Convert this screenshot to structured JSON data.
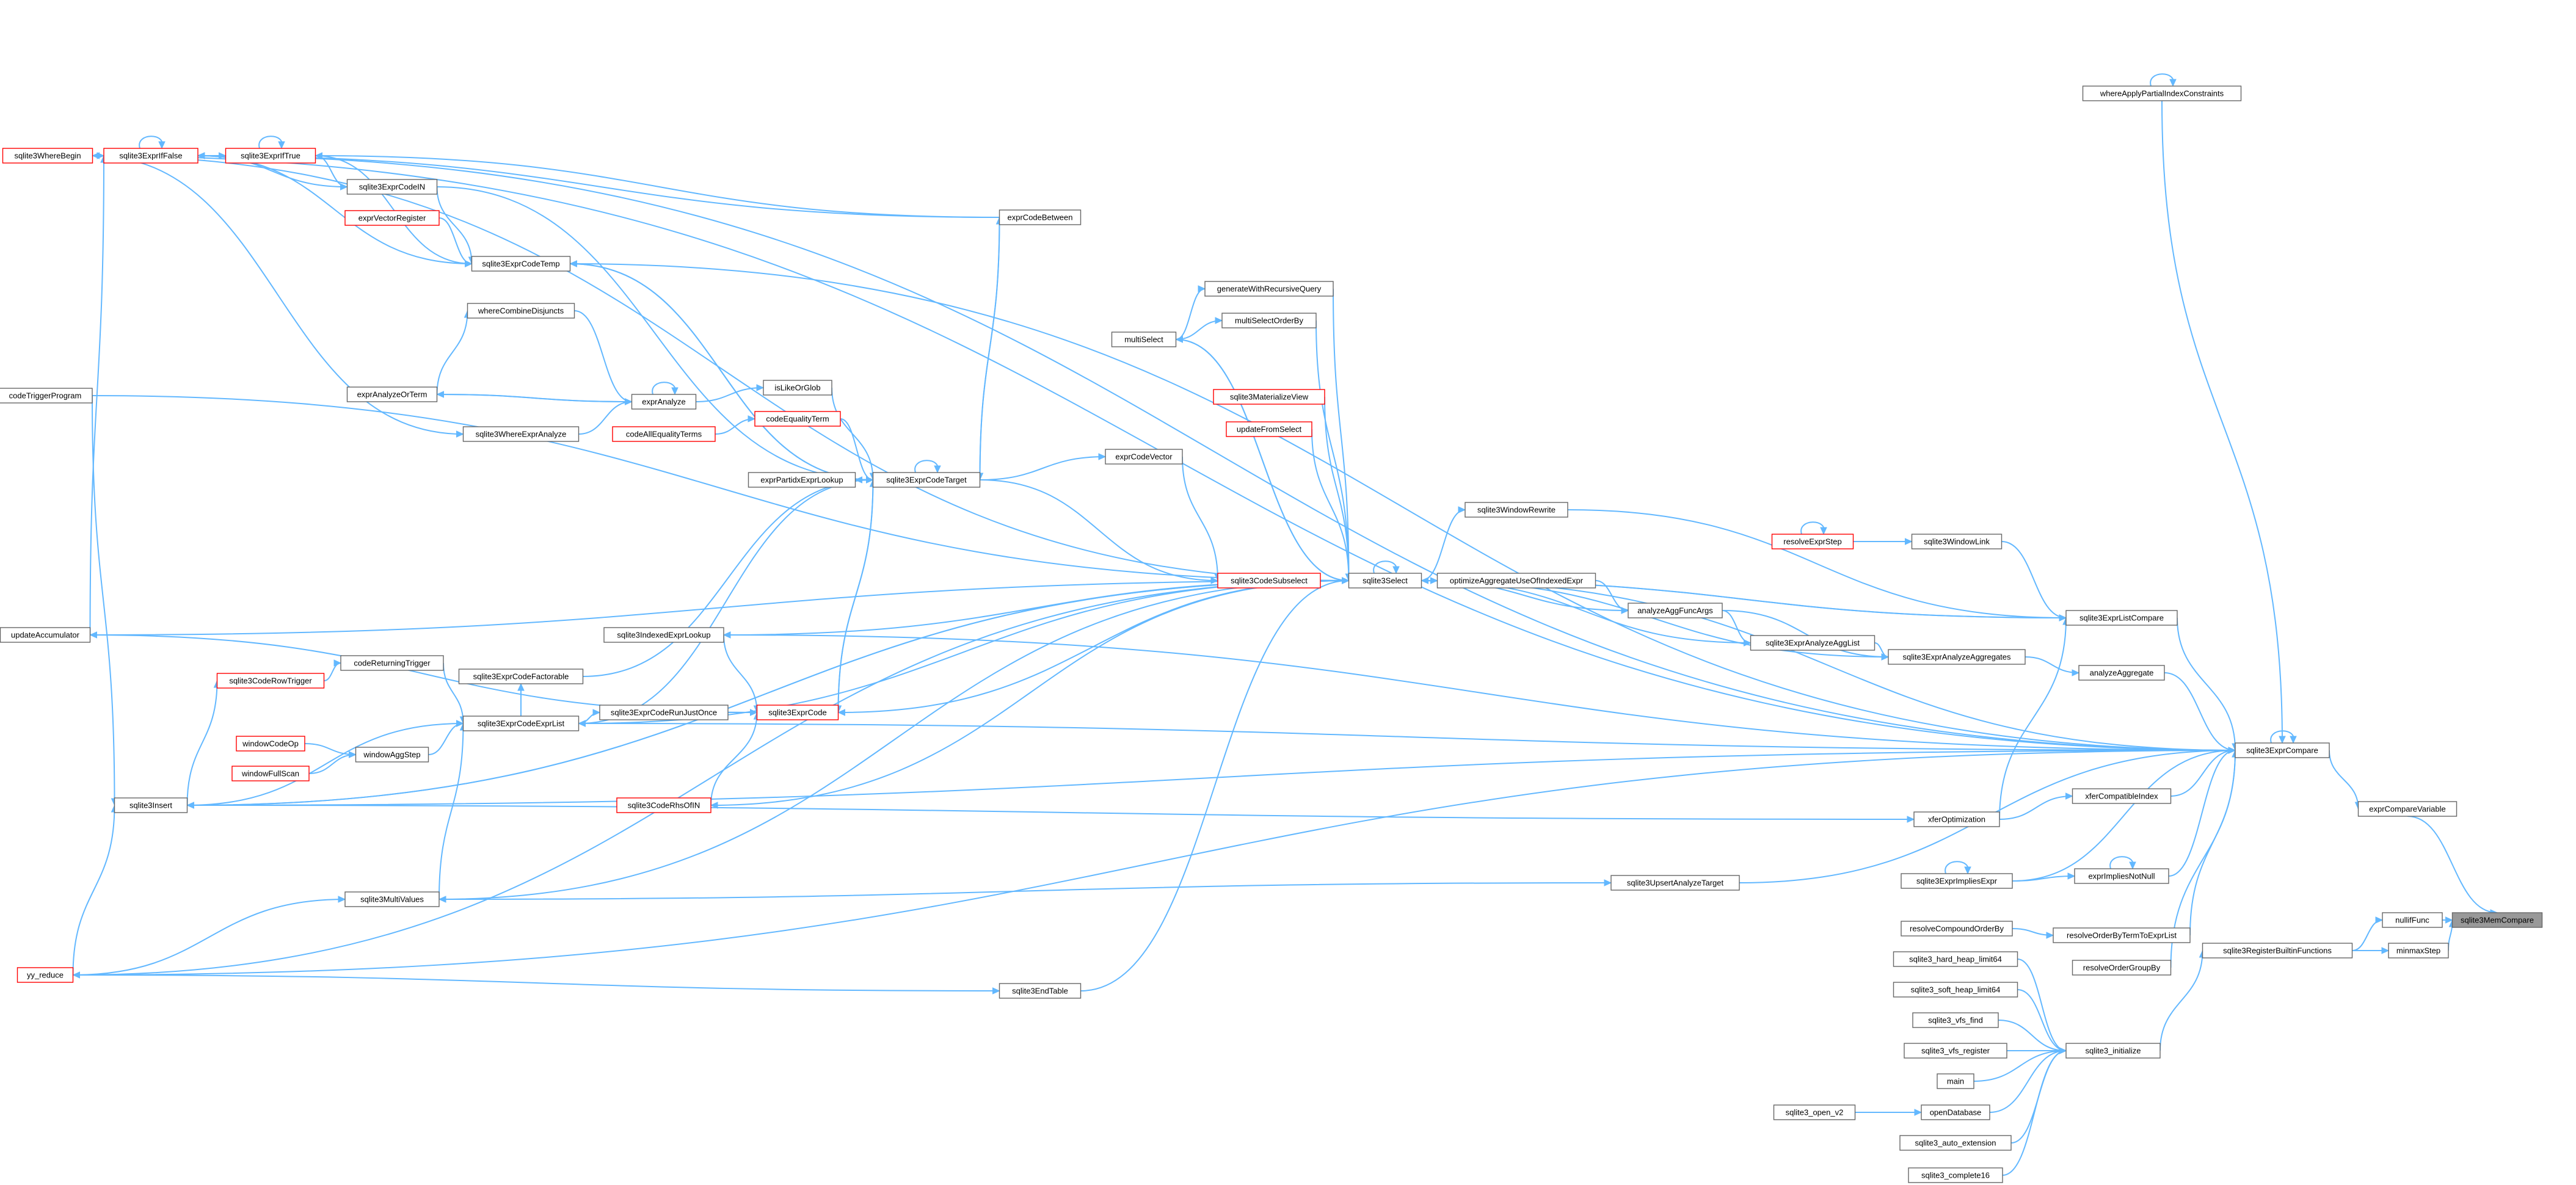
{
  "colors": {
    "edge": "#63b8ff",
    "node_border": "#666666",
    "node_border_red": "#ff0000",
    "node_focus_fill": "#999999",
    "background": "#ffffff"
  },
  "nodes": [
    {
      "id": "sqlite3MemCompare",
      "label": "sqlite3MemCompare",
      "style": "focus"
    },
    {
      "id": "nullifFunc",
      "label": "nullifFunc",
      "style": "normal"
    },
    {
      "id": "minmaxStep",
      "label": "minmaxStep",
      "style": "normal"
    },
    {
      "id": "exprCompareVariable",
      "label": "exprCompareVariable",
      "style": "normal"
    },
    {
      "id": "sqlite3RegisterBuiltinFunctions",
      "label": "sqlite3RegisterBuiltinFunctions",
      "style": "normal"
    },
    {
      "id": "sqlite3_initialize",
      "label": "sqlite3_initialize",
      "style": "normal"
    },
    {
      "id": "sqlite3_hard_heap_limit64",
      "label": "sqlite3_hard_heap_limit64",
      "style": "normal"
    },
    {
      "id": "sqlite3_soft_heap_limit64",
      "label": "sqlite3_soft_heap_limit64",
      "style": "normal"
    },
    {
      "id": "sqlite3_vfs_find",
      "label": "sqlite3_vfs_find",
      "style": "normal"
    },
    {
      "id": "sqlite3_vfs_register",
      "label": "sqlite3_vfs_register",
      "style": "normal"
    },
    {
      "id": "main",
      "label": "main",
      "style": "normal"
    },
    {
      "id": "openDatabase",
      "label": "openDatabase",
      "style": "normal"
    },
    {
      "id": "sqlite3_open_v2",
      "label": "sqlite3_open_v2",
      "style": "normal"
    },
    {
      "id": "sqlite3_auto_extension",
      "label": "sqlite3_auto_extension",
      "style": "normal"
    },
    {
      "id": "sqlite3_complete16",
      "label": "sqlite3_complete16",
      "style": "normal"
    },
    {
      "id": "sqlite3ExprCompare",
      "label": "sqlite3ExprCompare",
      "style": "normal"
    },
    {
      "id": "whereApplyPartialIndexConstraints",
      "label": "whereApplyPartialIndexConstraints",
      "style": "normal"
    },
    {
      "id": "sqlite3ExprListCompare",
      "label": "sqlite3ExprListCompare",
      "style": "normal"
    },
    {
      "id": "analyzeAggregate",
      "label": "analyzeAggregate",
      "style": "normal"
    },
    {
      "id": "sqlite3ExprAnalyzeAggregates",
      "label": "sqlite3ExprAnalyzeAggregates",
      "style": "normal"
    },
    {
      "id": "sqlite3ExprAnalyzeAggList",
      "label": "sqlite3ExprAnalyzeAggList",
      "style": "normal"
    },
    {
      "id": "analyzeAggFuncArgs",
      "label": "analyzeAggFuncArgs",
      "style": "normal"
    },
    {
      "id": "optimizeAggregateUseOfIndexedExpr",
      "label": "optimizeAggregateUseOfIndexedExpr",
      "style": "normal"
    },
    {
      "id": "sqlite3WindowLink",
      "label": "sqlite3WindowLink",
      "style": "normal"
    },
    {
      "id": "resolveExprStep",
      "label": "resolveExprStep",
      "style": "red"
    },
    {
      "id": "sqlite3WindowRewrite",
      "label": "sqlite3WindowRewrite",
      "style": "normal"
    },
    {
      "id": "xferCompatibleIndex",
      "label": "xferCompatibleIndex",
      "style": "normal"
    },
    {
      "id": "xferOptimization",
      "label": "xferOptimization",
      "style": "normal"
    },
    {
      "id": "exprImpliesNotNull",
      "label": "exprImpliesNotNull",
      "style": "normal"
    },
    {
      "id": "sqlite3ExprImpliesExpr",
      "label": "sqlite3ExprImpliesExpr",
      "style": "normal"
    },
    {
      "id": "resolveOrderByTermToExprList",
      "label": "resolveOrderByTermToExprList",
      "style": "normal"
    },
    {
      "id": "resolveCompoundOrderBy",
      "label": "resolveCompoundOrderBy",
      "style": "normal"
    },
    {
      "id": "resolveOrderGroupBy",
      "label": "resolveOrderGroupBy",
      "style": "normal"
    },
    {
      "id": "sqlite3UpsertAnalyzeTarget",
      "label": "sqlite3UpsertAnalyzeTarget",
      "style": "normal"
    },
    {
      "id": "sqlite3Select",
      "label": "sqlite3Select",
      "style": "normal"
    },
    {
      "id": "generateWithRecursiveQuery",
      "label": "generateWithRecursiveQuery",
      "style": "normal"
    },
    {
      "id": "multiSelectOrderBy",
      "label": "multiSelectOrderBy",
      "style": "normal"
    },
    {
      "id": "multiSelect",
      "label": "multiSelect",
      "style": "normal"
    },
    {
      "id": "sqlite3MaterializeView",
      "label": "sqlite3MaterializeView",
      "style": "red"
    },
    {
      "id": "updateFromSelect",
      "label": "updateFromSelect",
      "style": "red"
    },
    {
      "id": "sqlite3CodeSubselect",
      "label": "sqlite3CodeSubselect",
      "style": "red"
    },
    {
      "id": "exprCodeVector",
      "label": "exprCodeVector",
      "style": "normal"
    },
    {
      "id": "exprCodeBetween",
      "label": "exprCodeBetween",
      "style": "normal"
    },
    {
      "id": "sqlite3EndTable",
      "label": "sqlite3EndTable",
      "style": "normal"
    },
    {
      "id": "sqlite3ExprCodeTarget",
      "label": "sqlite3ExprCodeTarget",
      "style": "normal"
    },
    {
      "id": "exprPartidxExprLookup",
      "label": "exprPartidxExprLookup",
      "style": "normal"
    },
    {
      "id": "sqlite3IndexedExprLookup",
      "label": "sqlite3IndexedExprLookup",
      "style": "normal"
    },
    {
      "id": "sqlite3ExprCode",
      "label": "sqlite3ExprCode",
      "style": "red"
    },
    {
      "id": "sqlite3ExprCodeRunJustOnce",
      "label": "sqlite3ExprCodeRunJustOnce",
      "style": "normal"
    },
    {
      "id": "sqlite3CodeRhsOfIN",
      "label": "sqlite3CodeRhsOfIN",
      "style": "red"
    },
    {
      "id": "codeEqualityTerm",
      "label": "codeEqualityTerm",
      "style": "red"
    },
    {
      "id": "codeAllEqualityTerms",
      "label": "codeAllEqualityTerms",
      "style": "red"
    },
    {
      "id": "isLikeOrGlob",
      "label": "isLikeOrGlob",
      "style": "normal"
    },
    {
      "id": "exprAnalyze",
      "label": "exprAnalyze",
      "style": "normal"
    },
    {
      "id": "whereCombineDisjuncts",
      "label": "whereCombineDisjuncts",
      "style": "normal"
    },
    {
      "id": "exprAnalyzeOrTerm",
      "label": "exprAnalyzeOrTerm",
      "style": "normal"
    },
    {
      "id": "sqlite3WhereExprAnalyze",
      "label": "sqlite3WhereExprAnalyze",
      "style": "normal"
    },
    {
      "id": "sqlite3ExprCodeTemp",
      "label": "sqlite3ExprCodeTemp",
      "style": "normal"
    },
    {
      "id": "exprVectorRegister",
      "label": "exprVectorRegister",
      "style": "red"
    },
    {
      "id": "sqlite3ExprCodeIN",
      "label": "sqlite3ExprCodeIN",
      "style": "normal"
    },
    {
      "id": "sqlite3ExprIfTrue",
      "label": "sqlite3ExprIfTrue",
      "style": "red"
    },
    {
      "id": "sqlite3ExprIfFalse",
      "label": "sqlite3ExprIfFalse",
      "style": "red"
    },
    {
      "id": "sqlite3WhereBegin",
      "label": "sqlite3WhereBegin",
      "style": "red"
    },
    {
      "id": "codeTriggerProgram",
      "label": "codeTriggerProgram",
      "style": "normal"
    },
    {
      "id": "updateAccumulator",
      "label": "updateAccumulator",
      "style": "normal"
    },
    {
      "id": "sqlite3ExprCodeExprList",
      "label": "sqlite3ExprCodeExprList",
      "style": "normal"
    },
    {
      "id": "sqlite3ExprCodeFactorable",
      "label": "sqlite3ExprCodeFactorable",
      "style": "normal"
    },
    {
      "id": "codeReturningTrigger",
      "label": "codeReturningTrigger",
      "style": "normal"
    },
    {
      "id": "sqlite3CodeRowTrigger",
      "label": "sqlite3CodeRowTrigger",
      "style": "red"
    },
    {
      "id": "windowAggStep",
      "label": "windowAggStep",
      "style": "normal"
    },
    {
      "id": "windowCodeOp",
      "label": "windowCodeOp",
      "style": "red"
    },
    {
      "id": "windowFullScan",
      "label": "windowFullScan",
      "style": "red"
    },
    {
      "id": "sqlite3Insert",
      "label": "sqlite3Insert",
      "style": "normal"
    },
    {
      "id": "sqlite3MultiValues",
      "label": "sqlite3MultiValues",
      "style": "normal"
    },
    {
      "id": "yy_reduce",
      "label": "yy_reduce",
      "style": "red"
    }
  ],
  "edges": [
    [
      "nullifFunc",
      "sqlite3MemCompare"
    ],
    [
      "minmaxStep",
      "sqlite3MemCompare"
    ],
    [
      "exprCompareVariable",
      "sqlite3MemCompare"
    ],
    [
      "sqlite3RegisterBuiltinFunctions",
      "nullifFunc"
    ],
    [
      "sqlite3RegisterBuiltinFunctions",
      "minmaxStep"
    ],
    [
      "sqlite3_initialize",
      "sqlite3RegisterBuiltinFunctions"
    ],
    [
      "sqlite3_hard_heap_limit64",
      "sqlite3_initialize"
    ],
    [
      "sqlite3_soft_heap_limit64",
      "sqlite3_initialize"
    ],
    [
      "sqlite3_vfs_find",
      "sqlite3_initialize"
    ],
    [
      "sqlite3_vfs_register",
      "sqlite3_initialize"
    ],
    [
      "main",
      "sqlite3_initialize"
    ],
    [
      "openDatabase",
      "sqlite3_initialize"
    ],
    [
      "sqlite3_open_v2",
      "openDatabase"
    ],
    [
      "sqlite3_auto_extension",
      "sqlite3_initialize"
    ],
    [
      "sqlite3_complete16",
      "sqlite3_initialize"
    ],
    [
      "sqlite3ExprCompare",
      "exprCompareVariable"
    ],
    [
      "sqlite3ExprCompare",
      "sqlite3ExprCompare"
    ],
    [
      "whereApplyPartialIndexConstraints",
      "sqlite3ExprCompare"
    ],
    [
      "whereApplyPartialIndexConstraints",
      "whereApplyPartialIndexConstraints"
    ],
    [
      "sqlite3ExprListCompare",
      "sqlite3ExprCompare"
    ],
    [
      "analyzeAggregate",
      "sqlite3ExprCompare"
    ],
    [
      "sqlite3ExprAnalyzeAggregates",
      "analyzeAggregate"
    ],
    [
      "sqlite3ExprAnalyzeAggList",
      "sqlite3ExprAnalyzeAggregates"
    ],
    [
      "analyzeAggFuncArgs",
      "sqlite3ExprAnalyzeAggList"
    ],
    [
      "analyzeAggFuncArgs",
      "sqlite3ExprAnalyzeAggregates"
    ],
    [
      "optimizeAggregateUseOfIndexedExpr",
      "analyzeAggFuncArgs"
    ],
    [
      "sqlite3Select",
      "optimizeAggregateUseOfIndexedExpr"
    ],
    [
      "sqlite3Select",
      "analyzeAggFuncArgs"
    ],
    [
      "sqlite3Select",
      "sqlite3ExprAnalyzeAggList"
    ],
    [
      "sqlite3Select",
      "sqlite3ExprAnalyzeAggregates"
    ],
    [
      "sqlite3Select",
      "sqlite3ExprListCompare"
    ],
    [
      "sqlite3Select",
      "sqlite3ExprCompare"
    ],
    [
      "sqlite3WindowLink",
      "sqlite3ExprListCompare"
    ],
    [
      "resolveExprStep",
      "sqlite3WindowLink"
    ],
    [
      "resolveExprStep",
      "resolveExprStep"
    ],
    [
      "sqlite3WindowRewrite",
      "sqlite3ExprListCompare"
    ],
    [
      "sqlite3Select",
      "sqlite3WindowRewrite"
    ],
    [
      "xferCompatibleIndex",
      "sqlite3ExprCompare"
    ],
    [
      "xferOptimization",
      "xferCompatibleIndex"
    ],
    [
      "xferOptimization",
      "sqlite3ExprListCompare"
    ],
    [
      "sqlite3Insert",
      "xferOptimization"
    ],
    [
      "exprImpliesNotNull",
      "sqlite3ExprCompare"
    ],
    [
      "exprImpliesNotNull",
      "exprImpliesNotNull"
    ],
    [
      "sqlite3ExprImpliesExpr",
      "exprImpliesNotNull"
    ],
    [
      "sqlite3ExprImpliesExpr",
      "sqlite3ExprCompare"
    ],
    [
      "sqlite3ExprImpliesExpr",
      "sqlite3ExprImpliesExpr"
    ],
    [
      "resolveOrderByTermToExprList",
      "sqlite3ExprCompare"
    ],
    [
      "resolveCompoundOrderBy",
      "resolveOrderByTermToExprList"
    ],
    [
      "resolveOrderGroupBy",
      "sqlite3ExprCompare"
    ],
    [
      "sqlite3UpsertAnalyzeTarget",
      "sqlite3ExprCompare"
    ],
    [
      "sqlite3MultiValues",
      "sqlite3UpsertAnalyzeTarget"
    ],
    [
      "generateWithRecursiveQuery",
      "sqlite3Select"
    ],
    [
      "multiSelect",
      "generateWithRecursiveQuery"
    ],
    [
      "multiSelectOrderBy",
      "sqlite3Select"
    ],
    [
      "multiSelect",
      "multiSelectOrderBy"
    ],
    [
      "multiSelect",
      "sqlite3Select"
    ],
    [
      "sqlite3Select",
      "multiSelect"
    ],
    [
      "sqlite3MaterializeView",
      "sqlite3Select"
    ],
    [
      "updateFromSelect",
      "sqlite3Select"
    ],
    [
      "sqlite3CodeSubselect",
      "sqlite3Select"
    ],
    [
      "sqlite3Select",
      "sqlite3Select"
    ],
    [
      "exprCodeVector",
      "sqlite3CodeSubselect"
    ],
    [
      "sqlite3ExprCodeTarget",
      "sqlite3CodeSubselect"
    ],
    [
      "exprCodeBetween",
      "sqlite3ExprCodeTarget"
    ],
    [
      "exprCodeBetween",
      "sqlite3ExprIfTrue"
    ],
    [
      "exprCodeBetween",
      "sqlite3ExprIfFalse"
    ],
    [
      "sqlite3ExprCodeTarget",
      "exprCodeBetween"
    ],
    [
      "sqlite3ExprCodeTarget",
      "exprCodeVector"
    ],
    [
      "sqlite3ExprCodeTarget",
      "sqlite3ExprCodeTarget"
    ],
    [
      "exprPartidxExprLookup",
      "sqlite3ExprCodeTarget"
    ],
    [
      "sqlite3ExprCodeTarget",
      "exprPartidxExprLookup"
    ],
    [
      "sqlite3IndexedExprLookup",
      "sqlite3ExprCode"
    ],
    [
      "sqlite3ExprCode",
      "sqlite3ExprCodeTarget"
    ],
    [
      "sqlite3ExprCodeTarget",
      "sqlite3ExprCode"
    ],
    [
      "sqlite3ExprCodeRunJustOnce",
      "sqlite3ExprCode"
    ],
    [
      "sqlite3CodeRhsOfIN",
      "sqlite3ExprCode"
    ],
    [
      "sqlite3ExprCodeTemp",
      "sqlite3ExprCodeTarget"
    ],
    [
      "sqlite3ExprCodeTarget",
      "sqlite3ExprCodeTemp"
    ],
    [
      "codeEqualityTerm",
      "sqlite3ExprCodeTarget"
    ],
    [
      "codeAllEqualityTerms",
      "codeEqualityTerm"
    ],
    [
      "isLikeOrGlob",
      "sqlite3ExprCodeTarget"
    ],
    [
      "exprAnalyze",
      "isLikeOrGlob"
    ],
    [
      "exprAnalyze",
      "exprAnalyze"
    ],
    [
      "whereCombineDisjuncts",
      "exprAnalyze"
    ],
    [
      "exprAnalyzeOrTerm",
      "exprAnalyze"
    ],
    [
      "exprAnalyze",
      "exprAnalyzeOrTerm"
    ],
    [
      "exprAnalyzeOrTerm",
      "whereCombineDisjuncts"
    ],
    [
      "sqlite3WhereExprAnalyze",
      "exprAnalyze"
    ],
    [
      "sqlite3WhereBegin",
      "sqlite3WhereExprAnalyze"
    ],
    [
      "exprVectorRegister",
      "sqlite3ExprCodeTemp"
    ],
    [
      "sqlite3ExprCodeIN",
      "sqlite3ExprCodeTemp"
    ],
    [
      "sqlite3ExprCodeIN",
      "sqlite3ExprCodeTarget"
    ],
    [
      "sqlite3ExprIfTrue",
      "sqlite3ExprCodeTemp"
    ],
    [
      "sqlite3ExprIfFalse",
      "sqlite3ExprCodeTemp"
    ],
    [
      "sqlite3ExprIfTrue",
      "sqlite3ExprCodeIN"
    ],
    [
      "sqlite3ExprIfFalse",
      "sqlite3ExprCodeIN"
    ],
    [
      "sqlite3ExprIfTrue",
      "sqlite3ExprIfFalse"
    ],
    [
      "sqlite3ExprIfFalse",
      "sqlite3ExprIfTrue"
    ],
    [
      "sqlite3ExprIfTrue",
      "sqlite3ExprIfTrue"
    ],
    [
      "sqlite3ExprIfFalse",
      "sqlite3ExprIfFalse"
    ],
    [
      "sqlite3WhereBegin",
      "sqlite3ExprIfFalse"
    ],
    [
      "codeTriggerProgram",
      "sqlite3Select"
    ],
    [
      "codeTriggerProgram",
      "sqlite3Insert"
    ],
    [
      "updateAccumulator",
      "sqlite3ExprIfFalse"
    ],
    [
      "updateAccumulator",
      "sqlite3ExprCode"
    ],
    [
      "sqlite3ExprCodeExprList",
      "sqlite3ExprCodeTarget"
    ],
    [
      "sqlite3ExprCodeExprList",
      "sqlite3ExprCodeRunJustOnce"
    ],
    [
      "sqlite3ExprCodeExprList",
      "sqlite3ExprCodeFactorable"
    ],
    [
      "sqlite3ExprCodeFactorable",
      "sqlite3ExprCodeTarget"
    ],
    [
      "codeReturningTrigger",
      "sqlite3ExprCodeExprList"
    ],
    [
      "sqlite3CodeRowTrigger",
      "codeReturningTrigger"
    ],
    [
      "windowAggStep",
      "sqlite3ExprCodeExprList"
    ],
    [
      "windowCodeOp",
      "windowAggStep"
    ],
    [
      "windowFullScan",
      "windowAggStep"
    ],
    [
      "sqlite3Select",
      "sqlite3ExprCodeExprList"
    ],
    [
      "sqlite3Select",
      "updateAccumulator"
    ],
    [
      "sqlite3Select",
      "sqlite3Insert"
    ],
    [
      "sqlite3Insert",
      "sqlite3ExprCodeExprList"
    ],
    [
      "sqlite3Insert",
      "sqlite3CodeRowTrigger"
    ],
    [
      "sqlite3Insert",
      "sqlite3Select"
    ],
    [
      "sqlite3Select",
      "sqlite3MultiValues"
    ],
    [
      "sqlite3MultiValues",
      "sqlite3ExprCodeExprList"
    ],
    [
      "yy_reduce",
      "sqlite3Insert"
    ],
    [
      "yy_reduce",
      "sqlite3MultiValues"
    ],
    [
      "yy_reduce",
      "sqlite3EndTable"
    ],
    [
      "sqlite3EndTable",
      "sqlite3Select"
    ],
    [
      "yy_reduce",
      "sqlite3Select"
    ],
    [
      "sqlite3Select",
      "sqlite3IndexedExprLookup"
    ],
    [
      "sqlite3Select",
      "sqlite3ExprCode"
    ],
    [
      "sqlite3Select",
      "sqlite3CodeRhsOfIN"
    ],
    [
      "sqlite3WhereBegin",
      "sqlite3Select"
    ],
    [
      "sqlite3ExprCompare",
      "sqlite3IndexedExprLookup"
    ],
    [
      "sqlite3ExprCompare",
      "sqlite3ExprCodeExprList"
    ],
    [
      "sqlite3ExprCompare",
      "sqlite3Insert"
    ],
    [
      "sqlite3ExprListCompare",
      "sqlite3Select"
    ],
    [
      "sqlite3ExprCompare",
      "sqlite3ExprCodeTemp"
    ],
    [
      "sqlite3ExprCompare",
      "sqlite3ExprIfFalse"
    ],
    [
      "sqlite3ExprCompare",
      "sqlite3WhereBegin"
    ],
    [
      "sqlite3ExprCompare",
      "yy_reduce"
    ]
  ]
}
